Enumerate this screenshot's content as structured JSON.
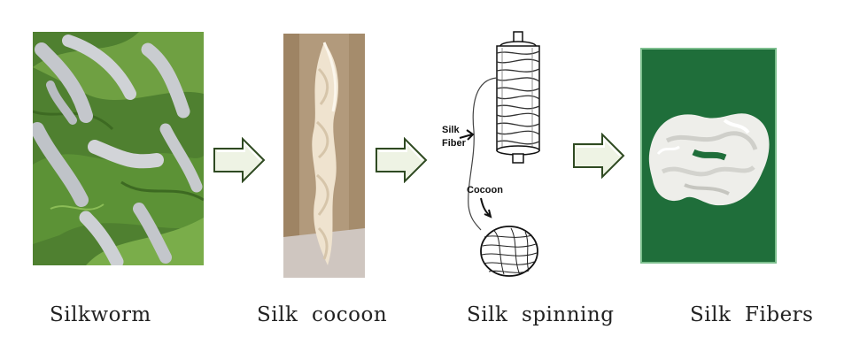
{
  "steps": [
    {
      "label": "Silkworm"
    },
    {
      "label": "Silk  cocoon"
    },
    {
      "label": "Silk  spinning"
    },
    {
      "label": "Silk  Fibers"
    }
  ],
  "spinning_diagram": {
    "fiber_label_line1": "Silk",
    "fiber_label_line2": "Fiber",
    "cocoon_label": "Cocoon"
  },
  "colors": {
    "leaf_green": "#5e8f3a",
    "worm": "#c9ccd0",
    "cocoon_cream": "#e9dcc6",
    "fiber_bg": "#1f6e3a",
    "fiber_white": "#f2f2ef",
    "arrow_fill": "#eef3e4",
    "arrow_stroke": "#2f4a22"
  }
}
